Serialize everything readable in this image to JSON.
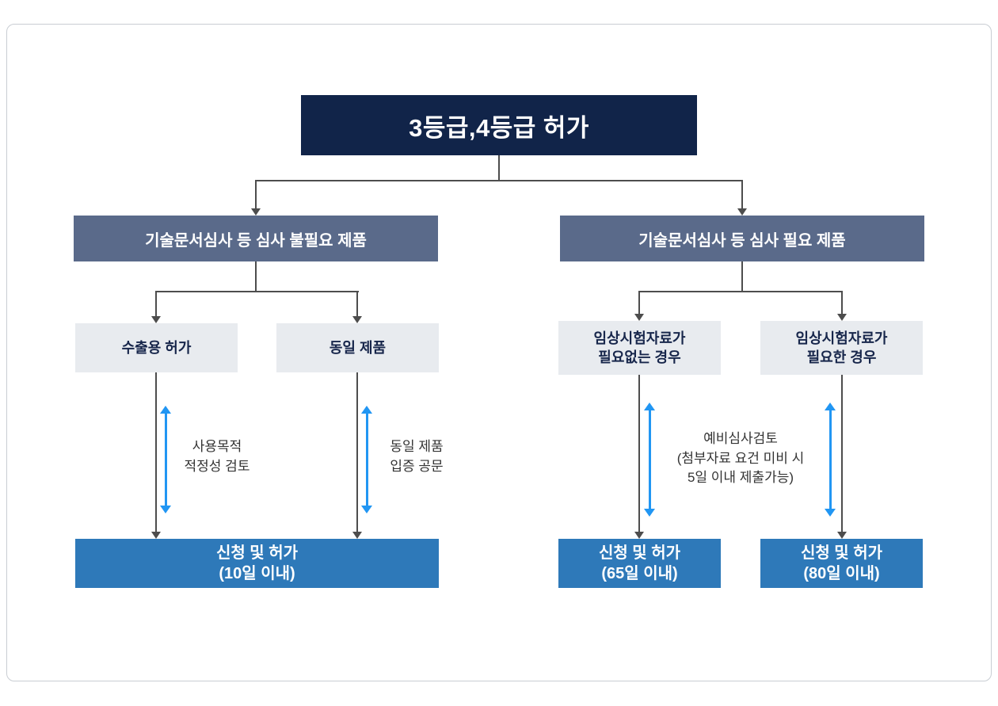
{
  "root": {
    "title": "3등급,4등급 허가"
  },
  "branches": {
    "left": {
      "title": "기술문서심사 등 심사 불필요 제품",
      "children": [
        {
          "label": "수출용 허가",
          "note": "사용목적\n적정성 검토"
        },
        {
          "label": "동일 제품",
          "note": "동일 제품\n입증 공문"
        }
      ],
      "result": "신청 및 허가\n(10일 이내)"
    },
    "right": {
      "title": "기술문서심사 등 심사 필요 제품",
      "children": [
        {
          "label": "임상시험자료가\n필요없는 경우"
        },
        {
          "label": "임상시험자료가\n필요한 경우"
        }
      ],
      "note": "예비심사검토\n(첨부자료 요건 미비 시\n5일 이내 제출가능)",
      "results": [
        "신청 및 허가\n(65일 이내)",
        "신청 및 허가\n(80일 이내)"
      ]
    }
  },
  "colors": {
    "navy": "#112449",
    "slate": "#5a6a8a",
    "lightbox": "#e8ebef",
    "blue": "#2e79b9",
    "arrow-blue": "#2196f3",
    "line-gray": "#4d4d4d",
    "frame-border": "#c9cdd3",
    "dark-text": "#17264b"
  }
}
